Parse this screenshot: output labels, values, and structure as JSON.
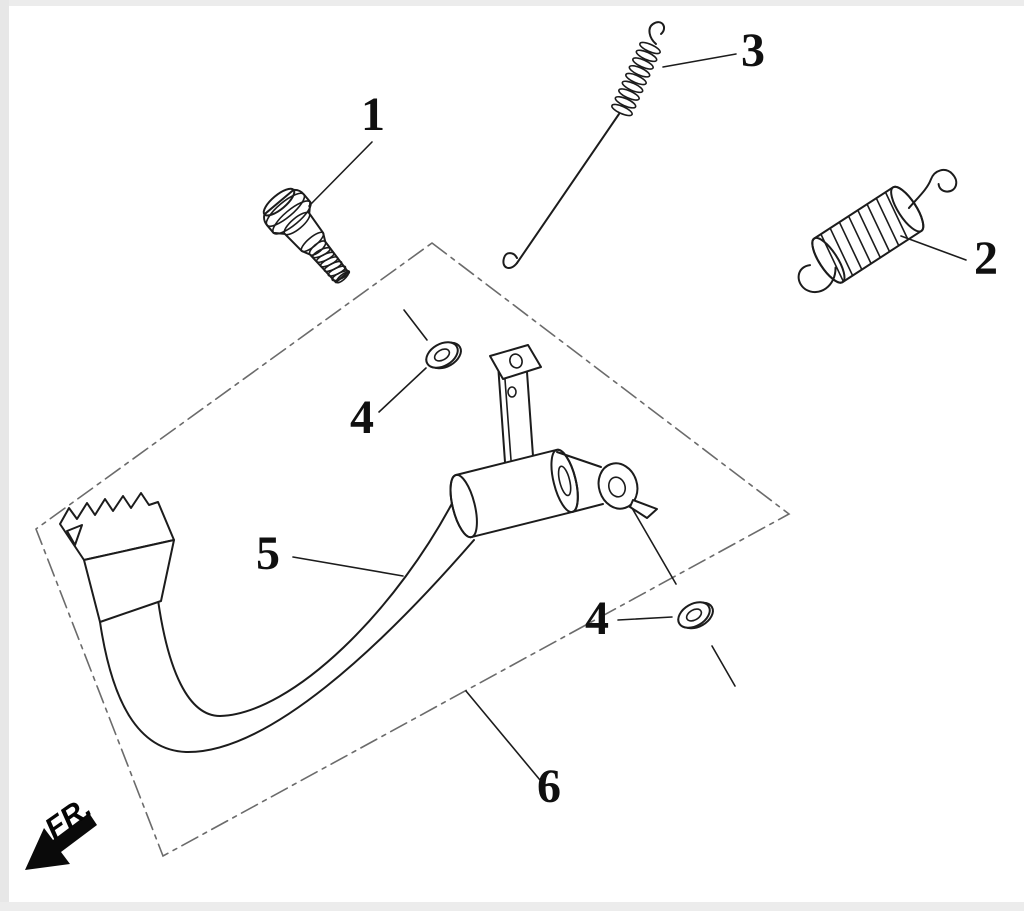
{
  "canvas": {
    "background": "#ffffff",
    "line_color": "#1c1c1c",
    "boundary_color": "#6b6b6b",
    "spring_fill": "#d8d8d8",
    "arrow_fill": "#0a0a0a"
  },
  "callouts": {
    "part1": "1",
    "part2": "2",
    "part3": "3",
    "part4_upper": "4",
    "part4_lower": "4",
    "part5": "5",
    "part6": "6"
  },
  "direction_marker": "FR."
}
